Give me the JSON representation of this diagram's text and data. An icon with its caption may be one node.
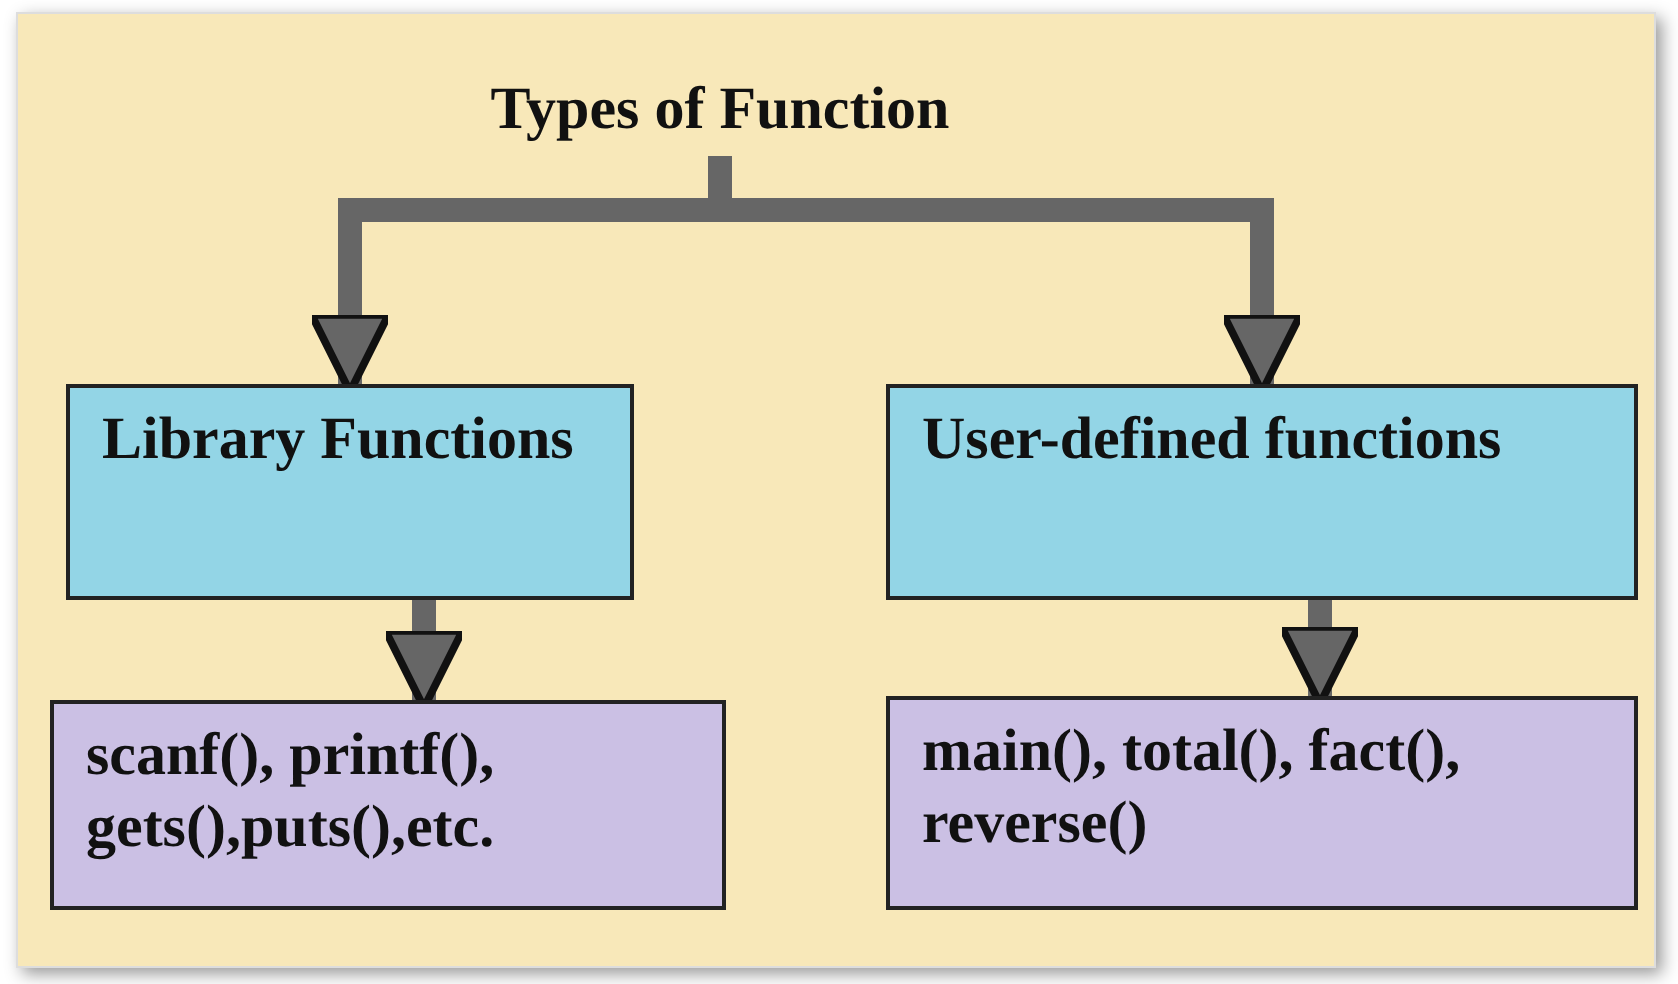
{
  "diagram": {
    "nodes": [
      {
        "text": [
          "Types of Function"
        ]
      },
      {
        "text": [
          "Library Functions"
        ]
      },
      {
        "text": [
          "User-defined functions"
        ]
      },
      {
        "text": [
          "scanf(), printf(), gets(),puts(),etc."
        ]
      },
      {
        "text": [
          "main(), total(), fact(), reverse()"
        ]
      }
    ],
    "edges": [
      {
        "from": 0,
        "to": 1,
        "arrow": "to"
      },
      {
        "from": 0,
        "to": 2,
        "arrow": "to"
      },
      {
        "from": 1,
        "to": 3,
        "arrow": "to"
      },
      {
        "from": 2,
        "to": 4,
        "arrow": "to"
      }
    ]
  }
}
